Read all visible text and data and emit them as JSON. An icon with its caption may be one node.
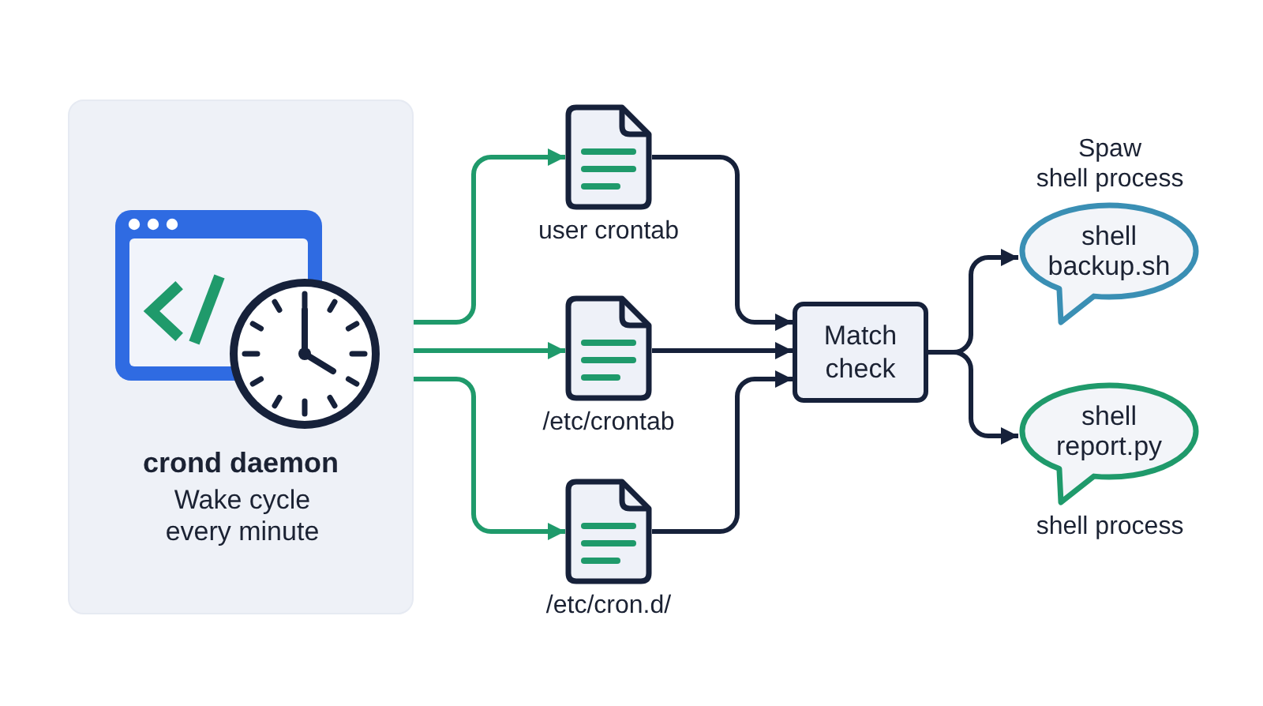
{
  "diagram": {
    "nodes": [
      {
        "text": [
          "crond daemon",
          "Wake cycle every minute"
        ]
      },
      {
        "text": [
          "user crontab"
        ]
      },
      {
        "text": [
          "/etc/crontab"
        ]
      },
      {
        "text": [
          "/etc/cron.d/"
        ]
      },
      {
        "text": [
          "Match check"
        ]
      },
      {
        "text": [
          "shell backup.sh"
        ],
        "beside": [
          "Spaw",
          "shell process"
        ]
      },
      {
        "text": [
          "shell report.py"
        ],
        "beside": [
          "shell process"
        ]
      }
    ],
    "edges": [
      {
        "from": 0,
        "to": 1,
        "arrow": "to",
        "color": "#1f9a6b"
      },
      {
        "from": 0,
        "to": 2,
        "arrow": "to",
        "color": "#1f9a6b"
      },
      {
        "from": 0,
        "to": 3,
        "arrow": "to",
        "color": "#1f9a6b"
      },
      {
        "from": 1,
        "to": 4,
        "arrow": "to"
      },
      {
        "from": 2,
        "to": 4,
        "arrow": "to"
      },
      {
        "from": 3,
        "to": 4,
        "arrow": "to"
      },
      {
        "from": 4,
        "to": 5,
        "arrow": "to"
      },
      {
        "from": 4,
        "to": 6,
        "arrow": "to"
      }
    ]
  }
}
